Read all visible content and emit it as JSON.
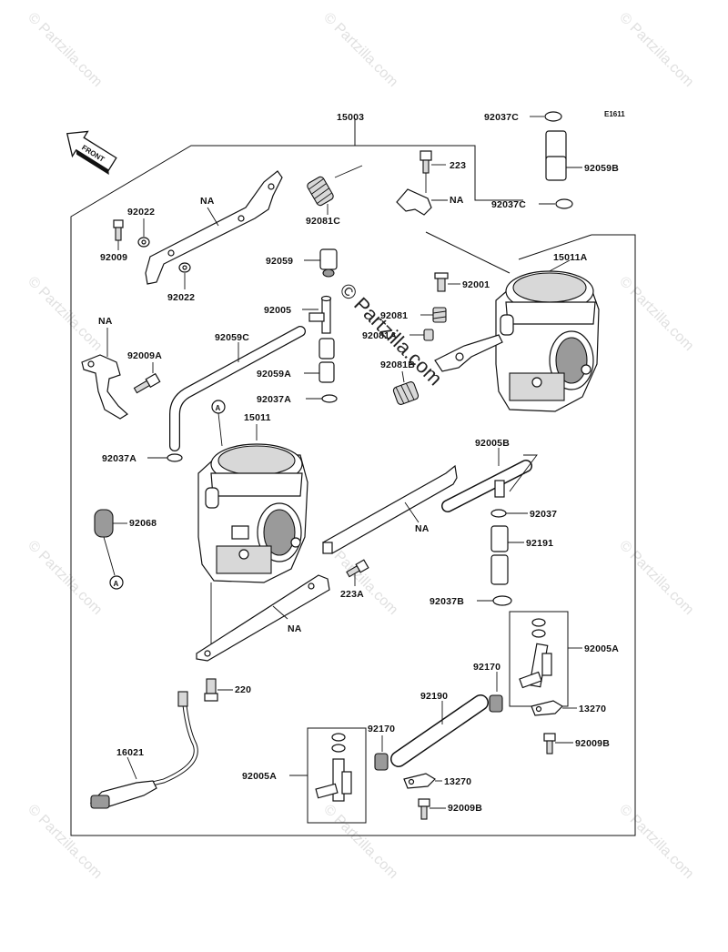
{
  "diagram": {
    "drawing_code": "E1611",
    "front_label": "FRONT",
    "watermark_text": "© Partzilla.com",
    "center_watermark": "© Partzilla.com",
    "circle_ref": "A",
    "callouts": {
      "c15003": "15003",
      "c92037C_top": "92037C",
      "c92059B": "92059B",
      "c92037C_mid": "92037C",
      "c223": "223",
      "na_bracket_top": "NA",
      "c15011A": "15011A",
      "c92001": "92001",
      "c92081": "92081",
      "c92081A": "92081A",
      "c92081B": "92081B",
      "c92022_a": "92022",
      "c92009": "92009",
      "na_plate_top": "NA",
      "c92022_b": "92022",
      "c92081C": "92081C",
      "c92059": "92059",
      "c92005": "92005",
      "na_left": "NA",
      "c92009A": "92009A",
      "c92059C": "92059C",
      "c92059A": "92059A",
      "c92037A_a": "92037A",
      "c15011": "15011",
      "c92037A_b": "92037A",
      "c92005B": "92005B",
      "c92037": "92037",
      "c92068": "92068",
      "na_right_bar": "NA",
      "c92191": "92191",
      "c223A": "223A",
      "c92037B": "92037B",
      "na_bottom_plate": "NA",
      "c92005A_r": "92005A",
      "c220": "220",
      "c92170_a": "92170",
      "c13270_a": "13270",
      "c92190": "92190",
      "c92009B_a": "92009B",
      "c16021": "16021",
      "c92170_b": "92170",
      "c92005A_l": "92005A",
      "c13270_b": "13270",
      "c92009B_b": "92009B"
    }
  }
}
